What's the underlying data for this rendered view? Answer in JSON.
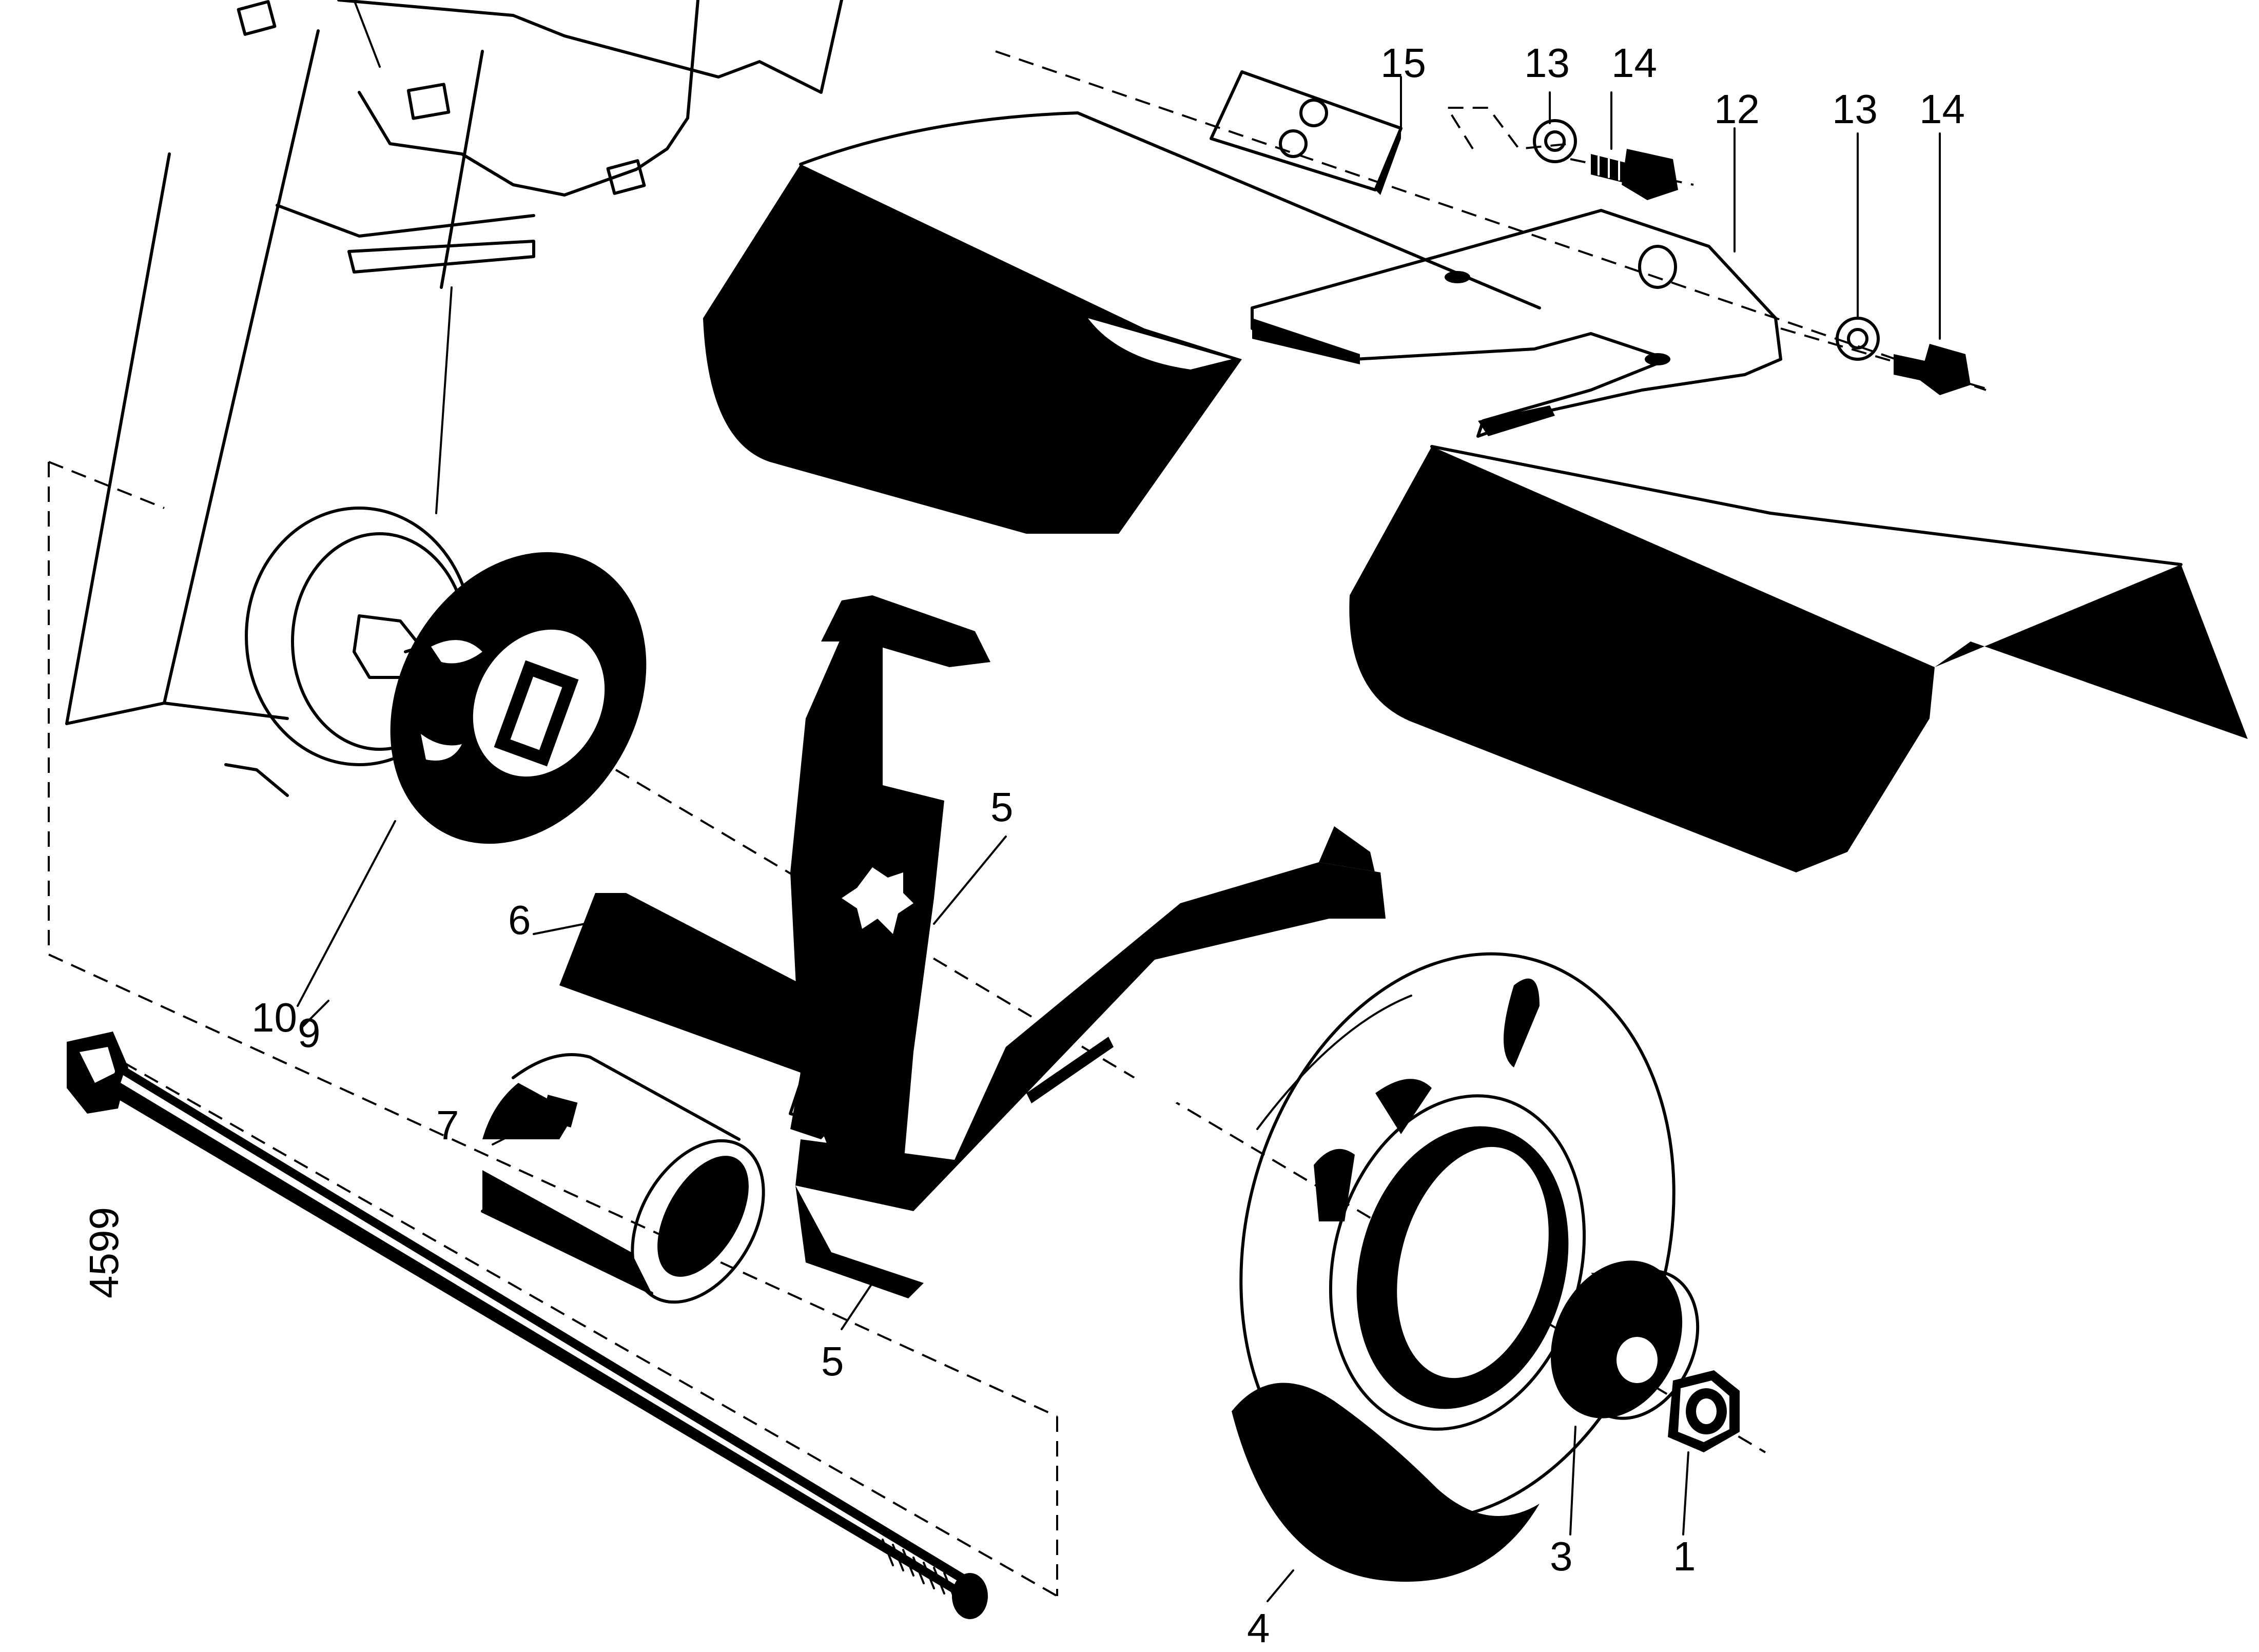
{
  "figure_number": "4599",
  "callouts": {
    "c1": "1",
    "c3": "3",
    "c4": "4",
    "c5a": "5",
    "c5b": "5",
    "c6": "6",
    "c7": "7",
    "c9": "9",
    "c10": "10",
    "c12": "12",
    "c13a": "13",
    "c13b": "13",
    "c14a": "14",
    "c14b": "14",
    "c15": "15"
  },
  "colors": {
    "ink": "#000000",
    "paper": "#ffffff"
  }
}
